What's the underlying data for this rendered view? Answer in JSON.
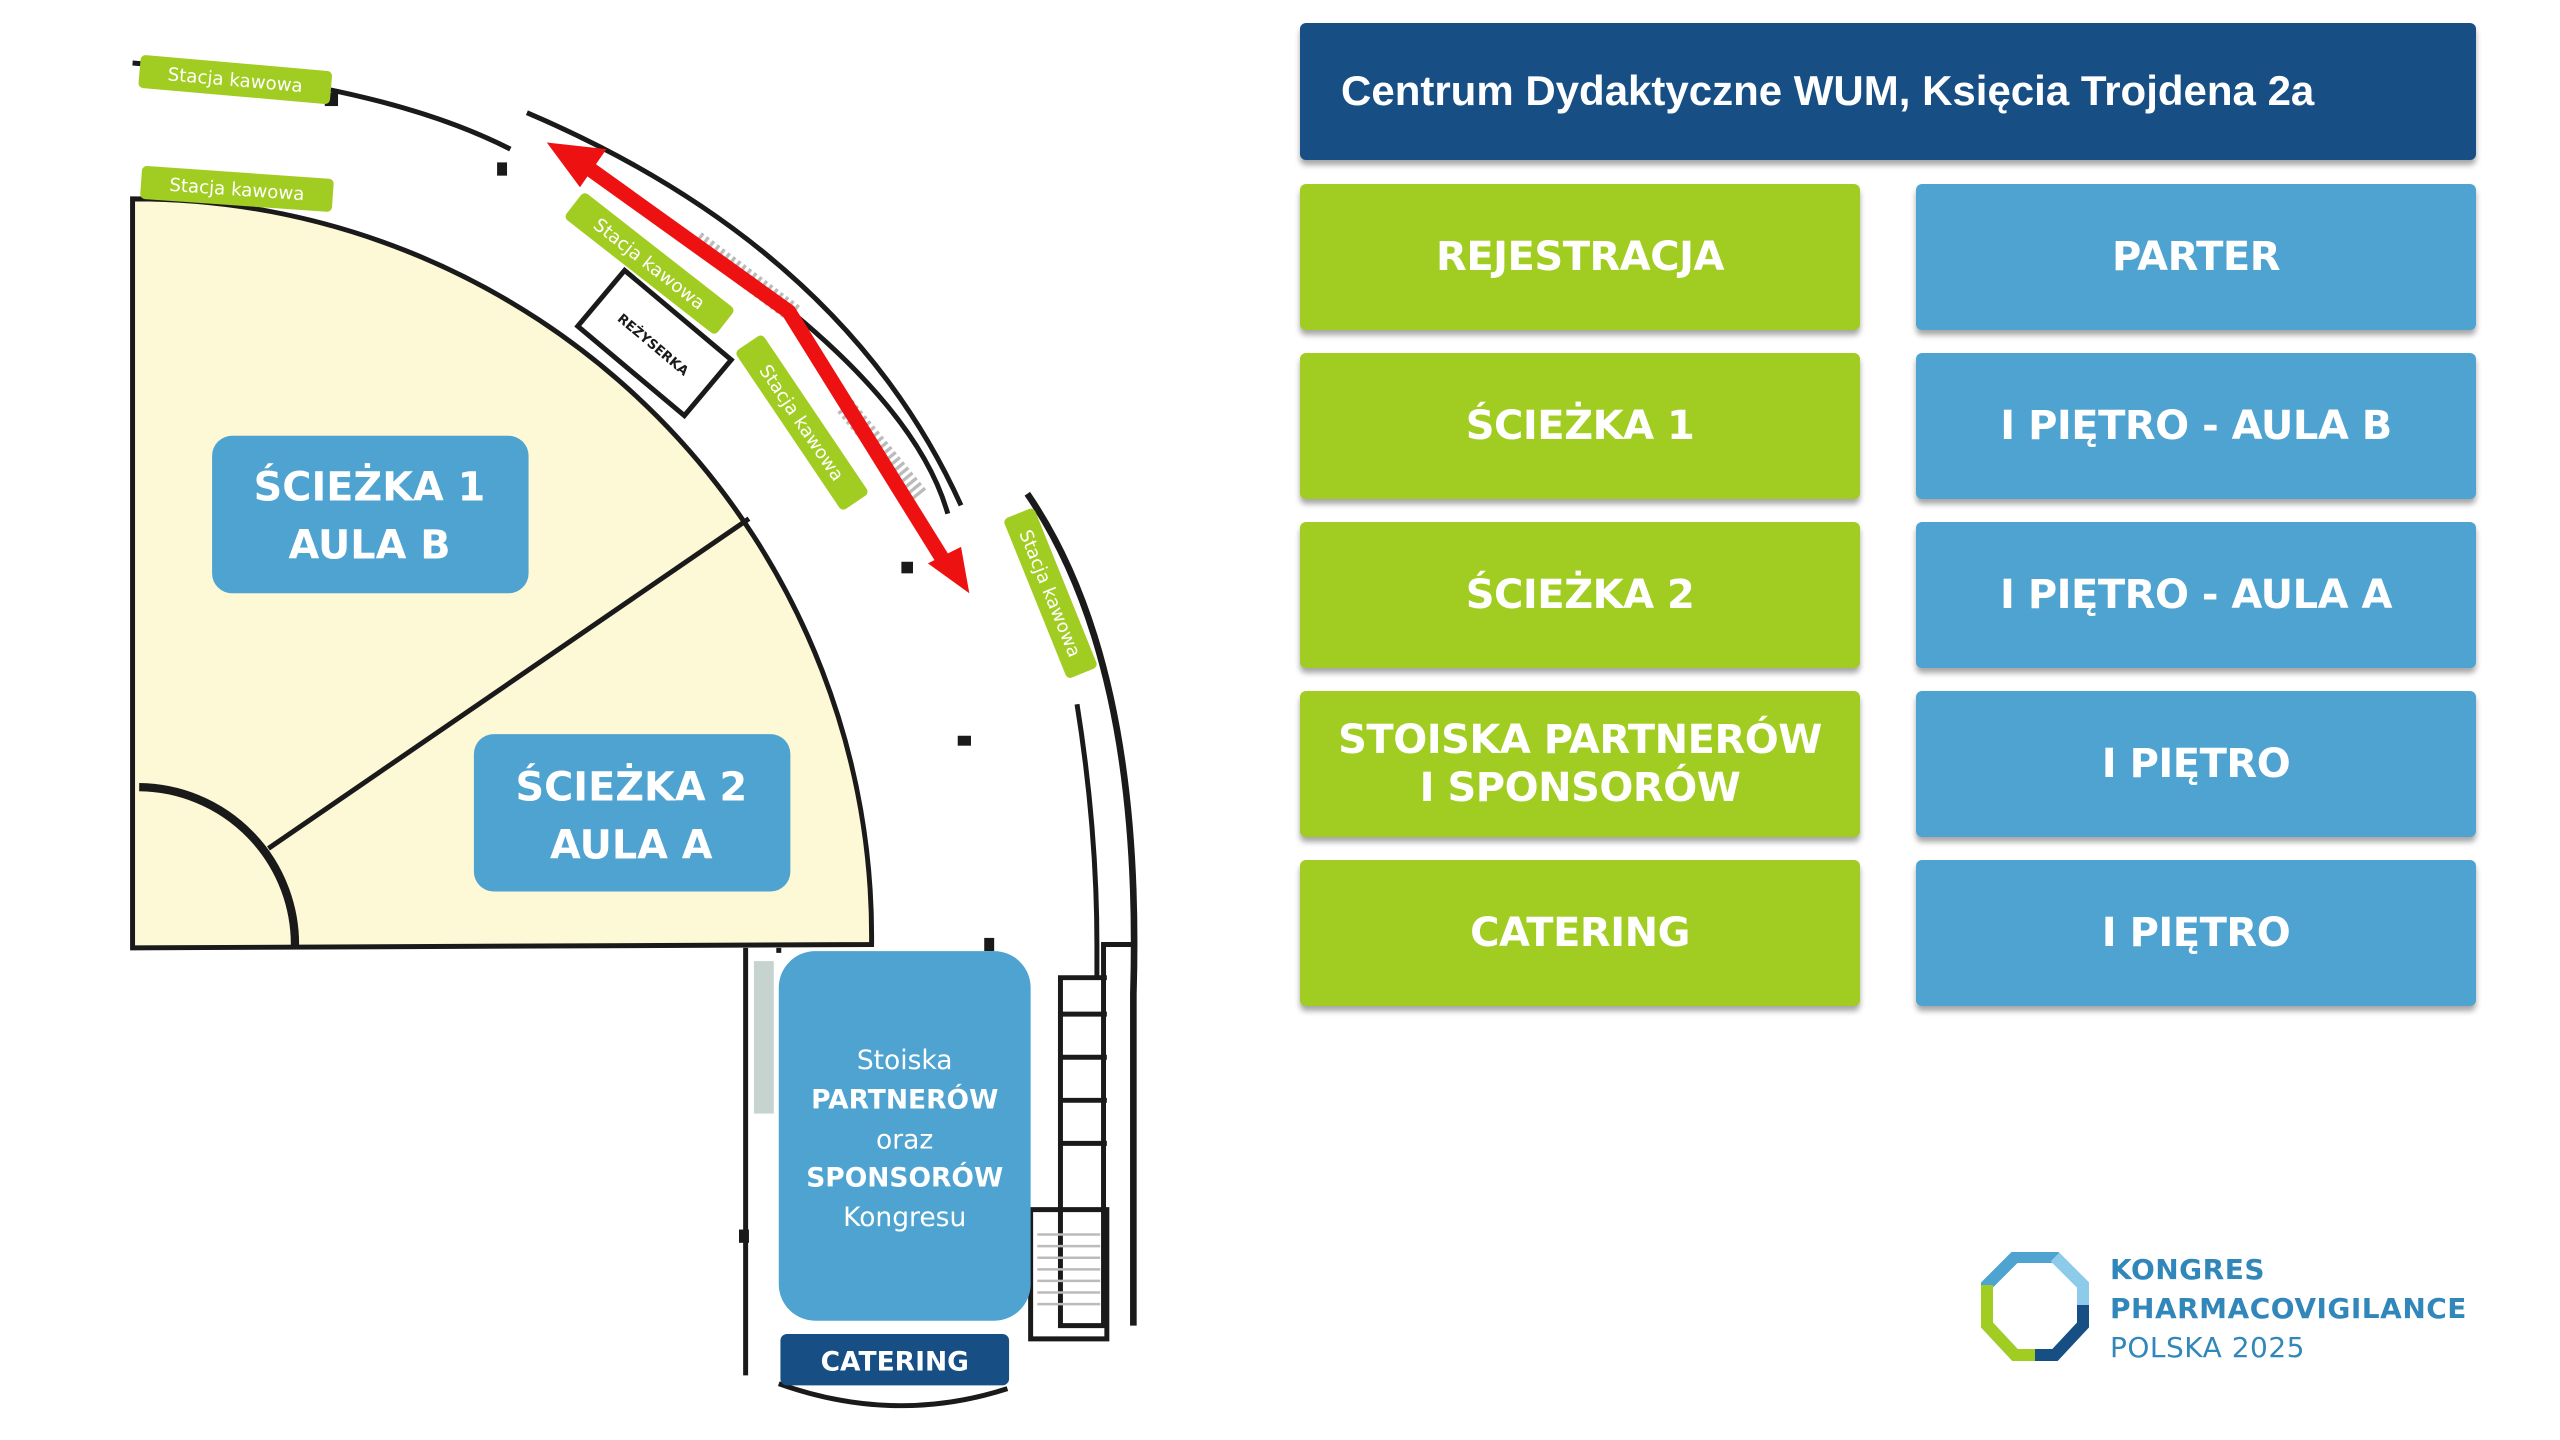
{
  "header": {
    "title": "Centrum Dydaktyczne WUM, Księcia Trojdena 2a"
  },
  "legend": {
    "rows": [
      {
        "location": "REJESTRACJA",
        "floor": "PARTER"
      },
      {
        "location": "ŚCIEŻKA 1",
        "floor": "I PIĘTRO - AULA B"
      },
      {
        "location": "ŚCIEŻKA 2",
        "floor": "I PIĘTRO - AULA A"
      },
      {
        "location_line1": "STOISKA PARTNERÓW",
        "location_line2": "I SPONSORÓW",
        "floor": "I PIĘTRO"
      },
      {
        "location": "CATERING",
        "floor": "I PIĘTRO"
      }
    ]
  },
  "map": {
    "rooms": {
      "aula_b": {
        "line1": "ŚCIEŻKA 1",
        "line2": "AULA B"
      },
      "aula_a": {
        "line1": "ŚCIEŻKA 2",
        "line2": "AULA A"
      },
      "booths": {
        "line1": "Stoiska",
        "line2": "PARTNERÓW",
        "line3": "oraz",
        "line4": "SPONSORÓW",
        "line5": "Kongresu"
      },
      "catering": "CATERING",
      "control_room": "REŻYSERKA"
    },
    "coffee_stations": [
      "Stacja kawowa",
      "Stacja kawowa",
      "Stacja kawowa",
      "Stacja kawowa",
      "Stacja kawowa"
    ],
    "route_arrow": "bidirectional",
    "colors": {
      "room_fill": "#fdf8d6",
      "room_label": "#4fa3d1",
      "coffee": "#a1cd22",
      "arrow": "#ee1111",
      "catering": "#174f85"
    }
  },
  "logo": {
    "line1": "KONGRES",
    "line2": "PHARMACOVIGILANCE",
    "line3": "POLSKA 2025"
  },
  "colors": {
    "title_bg": "#174f85",
    "location_bg": "#a1cd22",
    "floor_bg": "#4fa3d1",
    "logo_text": "#3187ba"
  }
}
